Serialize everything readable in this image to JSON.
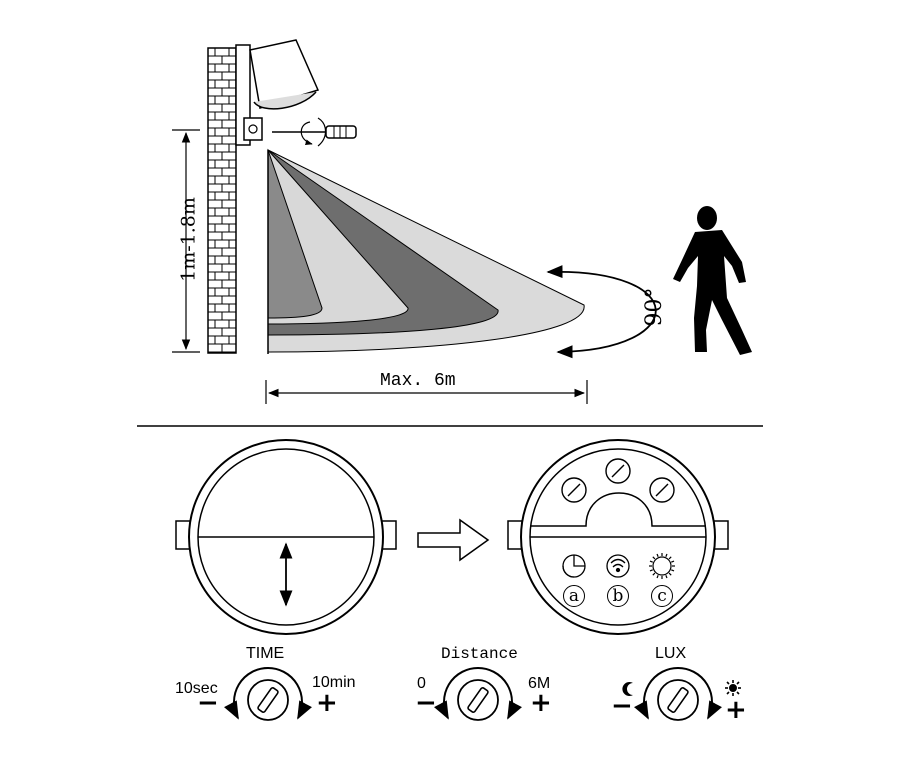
{
  "mounting_diagram": {
    "height_label": "1m-1.8m",
    "distance_label": "Max. 6m",
    "angle_label": "90°"
  },
  "housing_diagram": {
    "adjusters": [
      "a",
      "b",
      "c"
    ]
  },
  "controls": [
    {
      "id": "time",
      "title": "TIME",
      "min_label": "10sec",
      "max_label": "10min",
      "minus": "−",
      "plus": "+"
    },
    {
      "id": "distance",
      "title": "Distance",
      "min_label": "0",
      "max_label": "6M",
      "minus": "−",
      "plus": "+"
    },
    {
      "id": "lux",
      "title": "LUX",
      "min_icon": "moon-icon",
      "max_icon": "sun-icon",
      "minus": "−",
      "plus": "+"
    }
  ]
}
